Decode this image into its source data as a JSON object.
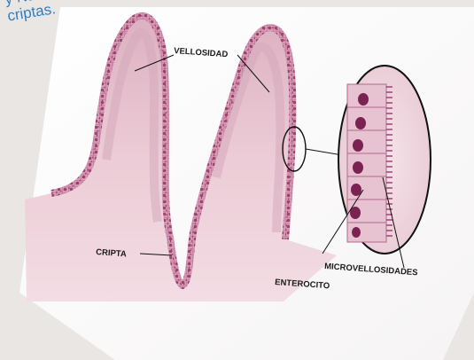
{
  "top_text": {
    "line1": "y Na+",
    "line2": "criptas."
  },
  "labels": {
    "villus": "VELLOSIDAD",
    "crypt": "CRIPTA",
    "microvilli": "MICROVELLOSIDADES",
    "enterocyte": "ENTEROCITO"
  },
  "colors": {
    "tissue": "#e9c6d0",
    "epithelium": "#b55a84",
    "nucleus": "#7a2353",
    "line": "#111111"
  }
}
